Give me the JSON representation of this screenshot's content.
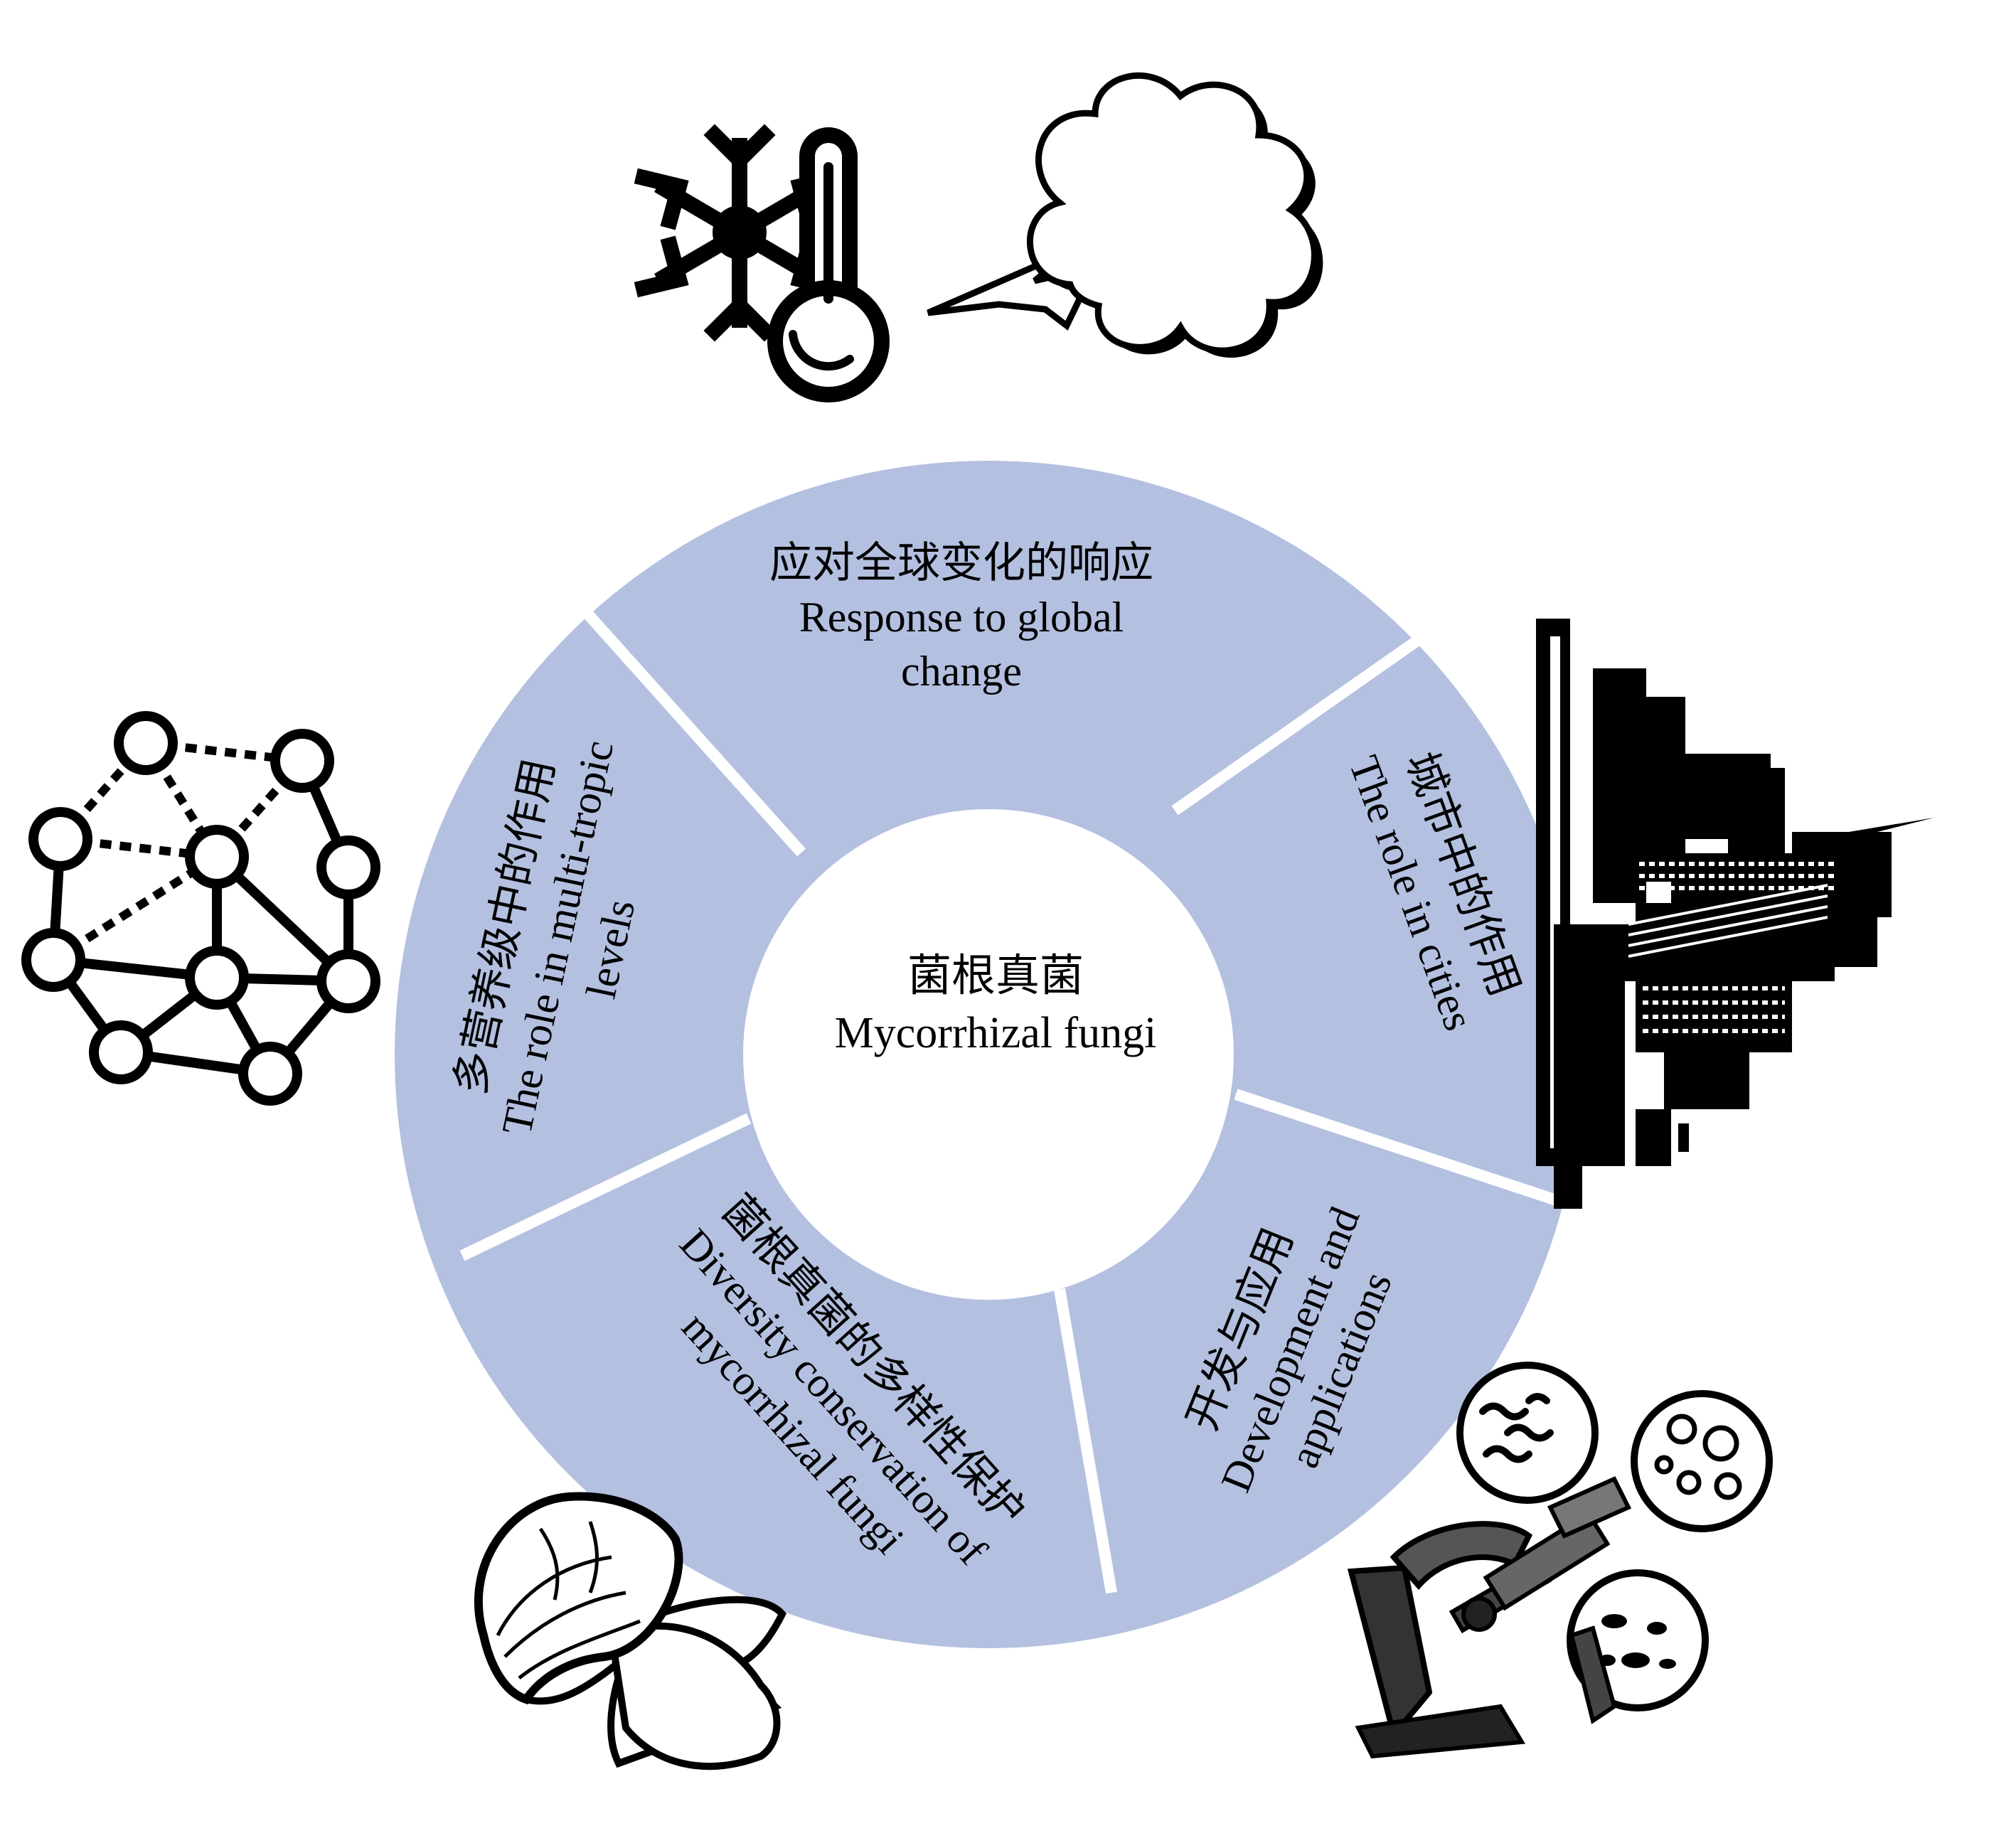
{
  "center": {
    "title_zh": "菌根真菌",
    "title_en": "Mycorrhizal fungi"
  },
  "segments": [
    {
      "key": "global-change",
      "zh": "应对全球变化的响应",
      "en1": "Response to global",
      "en2": "change"
    },
    {
      "key": "cities",
      "zh": "城市中的作用",
      "en1": "The role in cities",
      "en2": ""
    },
    {
      "key": "development",
      "zh": "开发与应用",
      "en1": "Development and",
      "en2": "applications"
    },
    {
      "key": "diversity",
      "zh": "菌根真菌的多样性保护",
      "en1": "Diversity conservation of",
      "en2": "mycorrhizal fungi"
    },
    {
      "key": "multi-tropic",
      "zh": "多营养级中的作用",
      "en1": "The role in multi-tropic",
      "en2": "levels"
    }
  ],
  "icons": [
    "climate-icon",
    "city-skyline-icon",
    "microscope-icon",
    "mushroom-icon",
    "network-icon"
  ],
  "colors": {
    "ring": "#b4c0e0",
    "text": "#000000",
    "background": "#ffffff"
  }
}
